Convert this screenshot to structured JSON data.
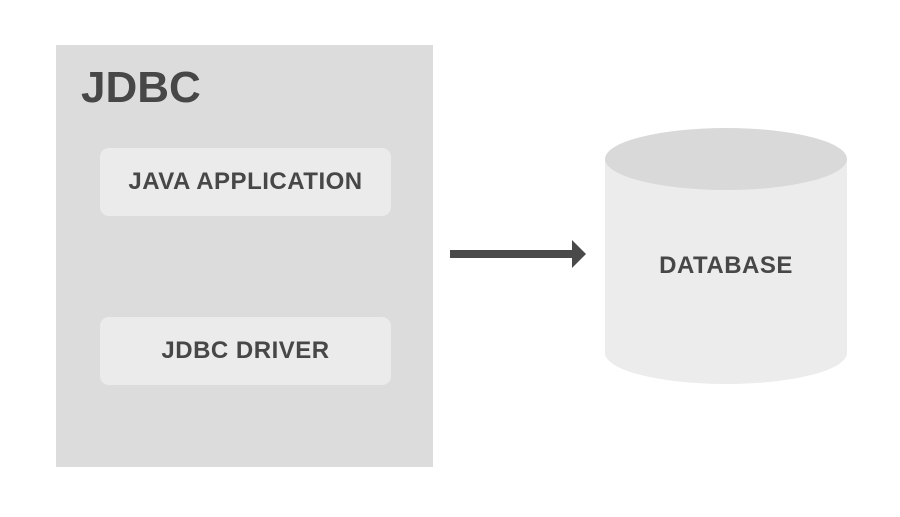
{
  "diagram": {
    "jdbc": {
      "title": "JDBC",
      "boxes": [
        {
          "label": "JAVA APPLICATION"
        },
        {
          "label": "JDBC DRIVER"
        }
      ]
    },
    "connector": {
      "name": "right-arrow"
    },
    "database": {
      "label": "DATABASE"
    },
    "colors": {
      "page_bg": "#ffffff",
      "group_bg": "#dcdcdc",
      "box_bg": "#ebebeb",
      "cylinder_body": "#ececec",
      "cylinder_top": "#d9d9d9",
      "arrow": "#4a4a4a",
      "text": "#474747"
    }
  }
}
